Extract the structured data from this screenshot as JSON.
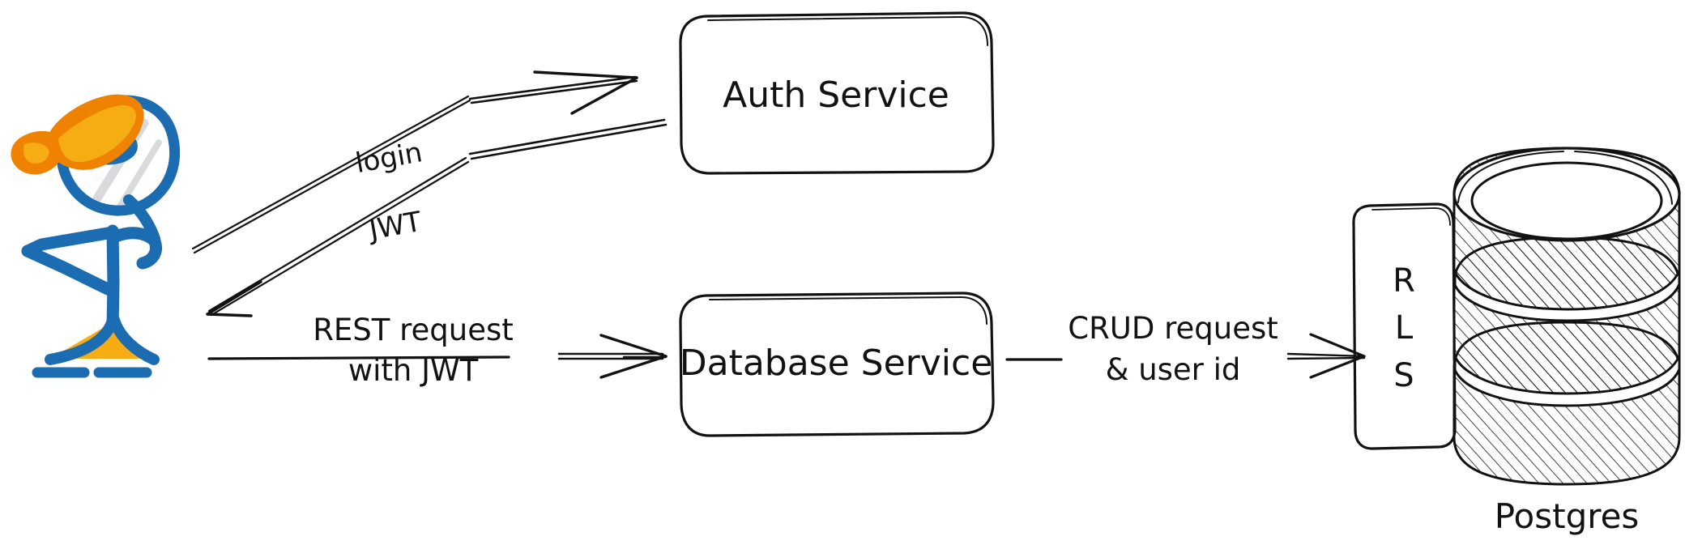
{
  "diagram": {
    "title": "Auth and database service architecture sketch",
    "style": "hand-drawn whiteboard sketch",
    "background_color": "#ffffff",
    "ink_color": "#121212",
    "accent_blue": "#1b6cb0",
    "accent_amber": "#f6ad14",
    "accent_orange": "#ef8200",
    "actor": {
      "name": "user-stick-figure",
      "hat_color": "#ef8200",
      "body_color": "#1b6cb0",
      "skirt_color": "#f6ad14"
    },
    "nodes": [
      {
        "id": "auth-service",
        "label": "Auth Service",
        "shape": "rounded-rectangle"
      },
      {
        "id": "database-service",
        "label": "Database Service",
        "shape": "rounded-rectangle"
      },
      {
        "id": "rls",
        "label_lines": [
          "R",
          "L",
          "S"
        ],
        "label": "RLS",
        "shape": "vertical-rounded-rectangle"
      },
      {
        "id": "postgres",
        "label": "Postgres",
        "shape": "hatched-database-cylinder",
        "segments": 3
      }
    ],
    "edges": [
      {
        "id": "login-edge",
        "label_lines": [
          "login"
        ],
        "from": "user",
        "to": "auth-service",
        "direction": "right-up"
      },
      {
        "id": "jwt-edge",
        "label_lines": [
          "JWT"
        ],
        "from": "auth-service",
        "to": "user",
        "direction": "left-down"
      },
      {
        "id": "rest-edge",
        "label_lines": [
          "REST request",
          "with JWT"
        ],
        "from": "user",
        "to": "database-service",
        "direction": "right"
      },
      {
        "id": "crud-edge",
        "label_lines": [
          "CRUD request",
          "& user id"
        ],
        "from": "database-service",
        "to": "rls",
        "direction": "right"
      }
    ]
  }
}
